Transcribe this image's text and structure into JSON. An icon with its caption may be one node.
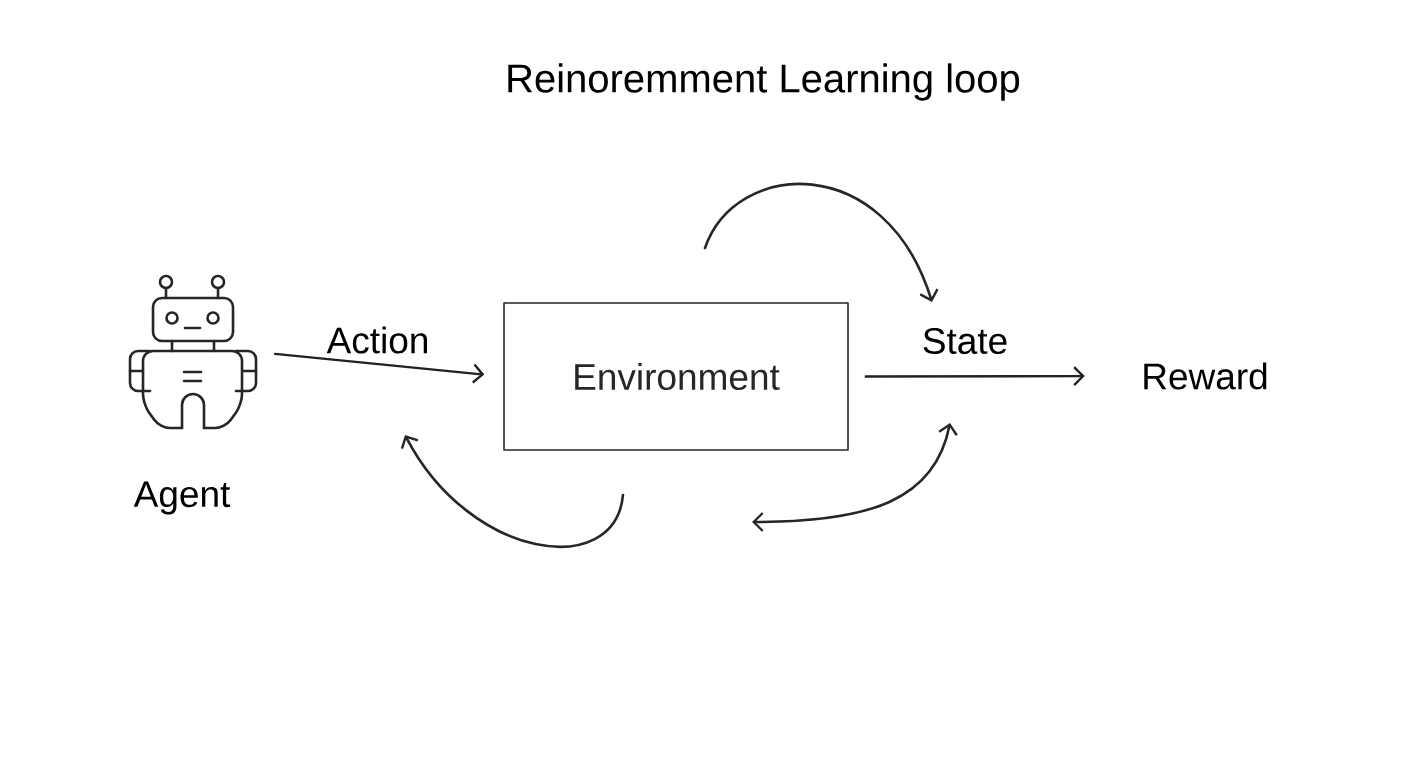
{
  "diagram": {
    "title": "Reinoremment Learning loop",
    "nodes": [
      {
        "text": [],
        "shape": "picture",
        "beside": [
          "Agent"
        ]
      },
      {
        "text": [
          "Environment"
        ]
      },
      {
        "text": [
          "Reward"
        ]
      }
    ],
    "edges": [
      {
        "from": 0,
        "to": 1,
        "arrow": "to",
        "label": "Action"
      },
      {
        "from": 1,
        "to": 2,
        "arrow": "to",
        "label": "State"
      }
    ]
  }
}
